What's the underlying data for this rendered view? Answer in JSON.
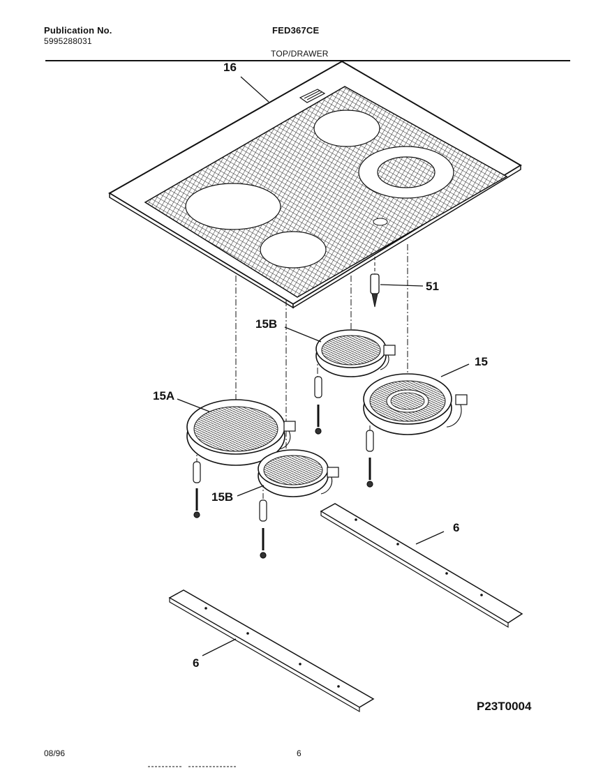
{
  "header": {
    "publication_label": "Publication No.",
    "publication_number": "5995288031",
    "model": "FED367CE",
    "section": "TOP/DRAWER"
  },
  "callouts": {
    "top": "16",
    "element_15b_upper": "15B",
    "element_15": "15",
    "element_15a": "15A",
    "element_15b_lower": "15B",
    "switch_51": "51",
    "bracket_right": "6",
    "bracket_left": "6"
  },
  "diagram_code": "P23T0004",
  "footer": {
    "date": "08/96",
    "page": "6"
  }
}
